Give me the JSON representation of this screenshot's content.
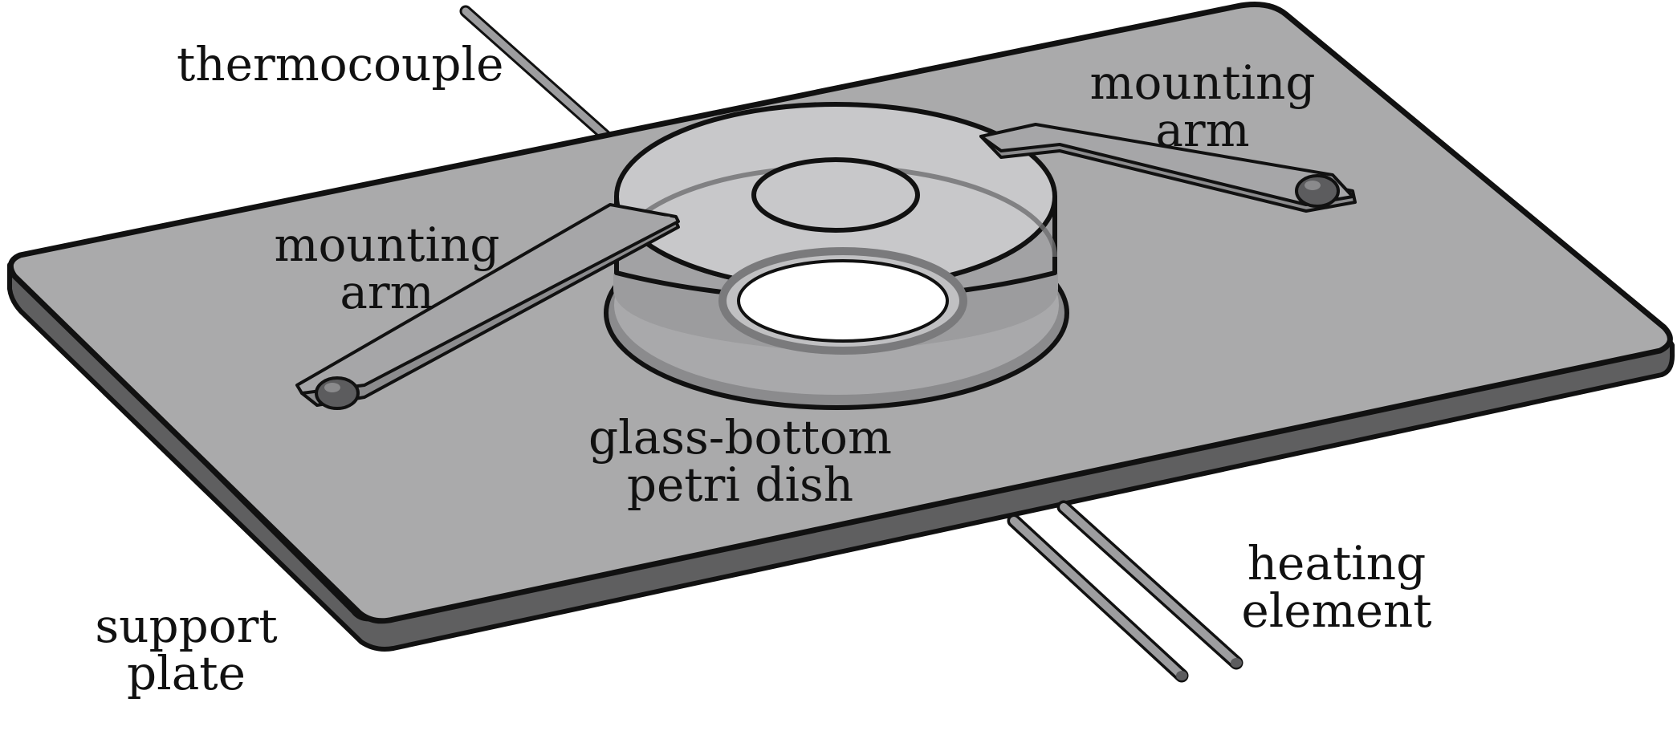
{
  "labels": {
    "thermocouple": "thermocouple",
    "mounting_arm_right_line1": "mounting",
    "mounting_arm_right_line2": "arm",
    "mounting_arm_left_line1": "mounting",
    "mounting_arm_left_line2": "arm",
    "dish_line1": "glass-bottom",
    "dish_line2": "petri dish",
    "heating_line1": "heating",
    "heating_line2": "element",
    "plate_line1": "support",
    "plate_line2": "plate"
  },
  "colors": {
    "plate_top": "#aaaaab",
    "plate_edge": "#5f5f60",
    "outline": "#111111",
    "ring_top": "#c8c8ca",
    "ring_side": "#9c9c9e",
    "dish_shadow": "#8b8b8d",
    "arm_fill": "#a6a6a8",
    "rod_fill": "#9d9d9f",
    "screw_fill": "#5c5c5e",
    "window": "#ffffff"
  }
}
